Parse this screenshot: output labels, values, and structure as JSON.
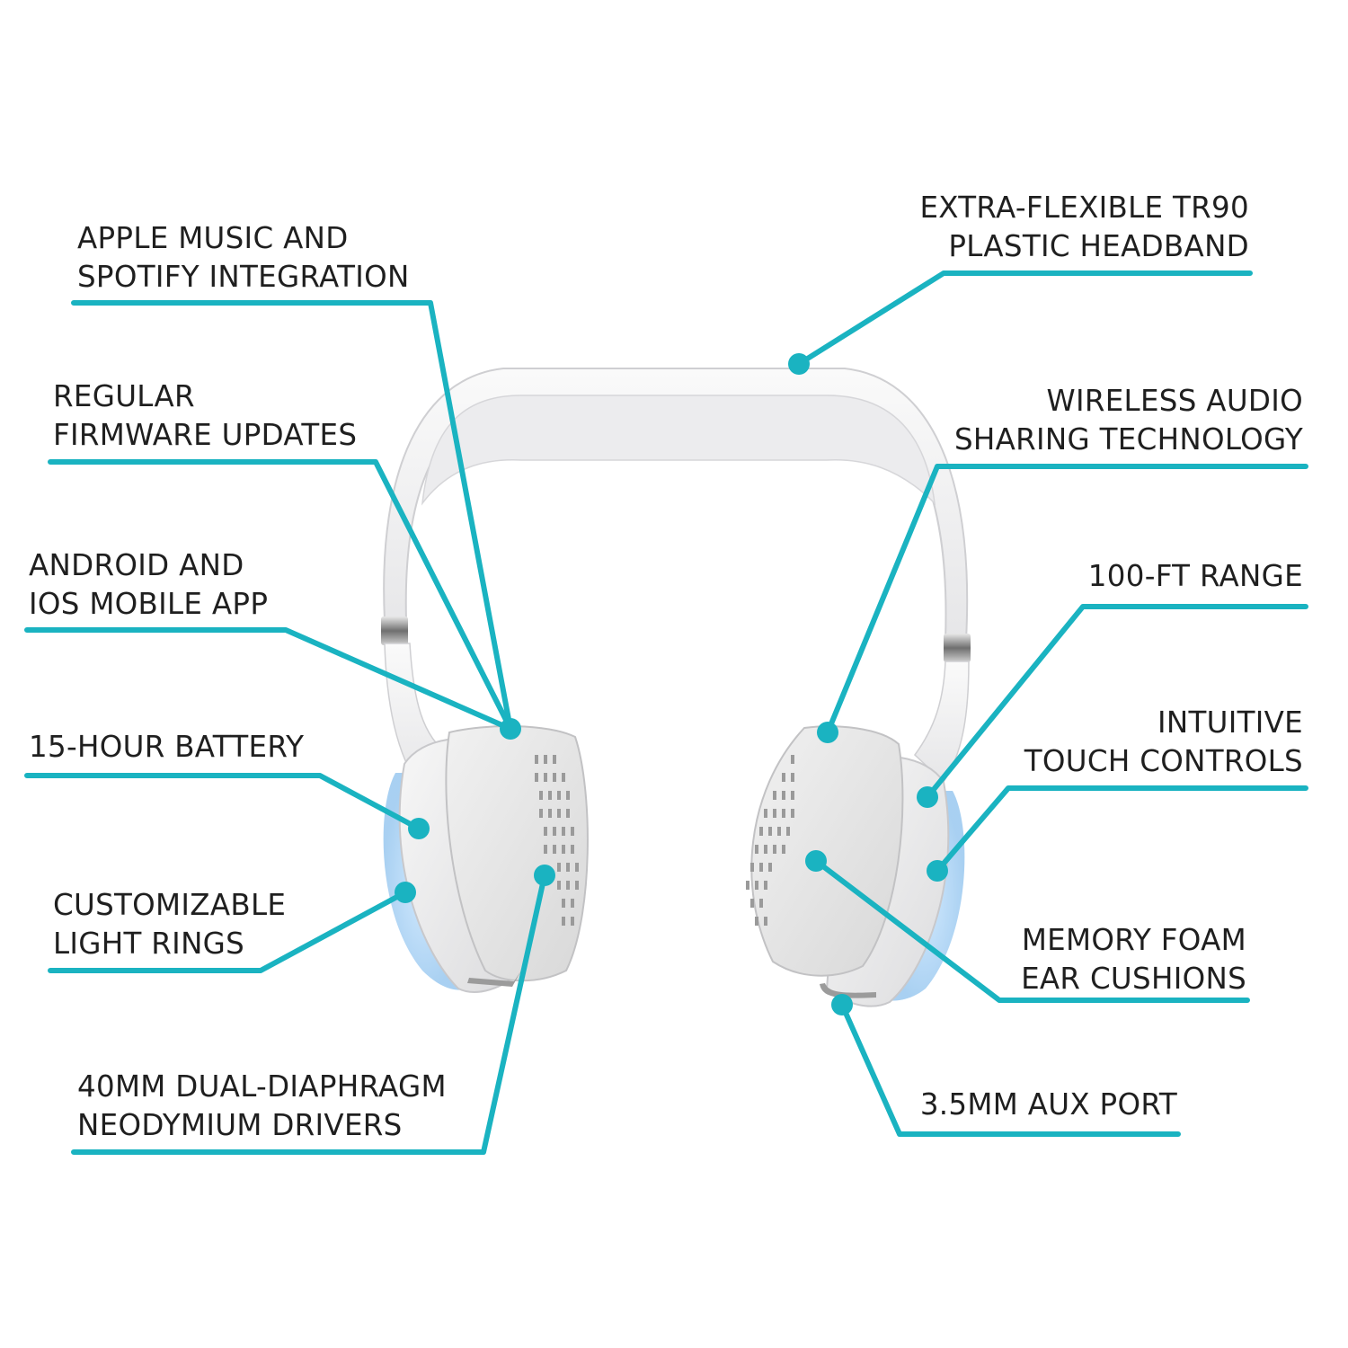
{
  "accent_color": "#1ab3c1",
  "callouts": [
    {
      "id": "apple-music-spotify",
      "lines": [
        "APPLE MUSIC AND",
        "SPOTIFY INTEGRATION"
      ]
    },
    {
      "id": "firmware-updates",
      "lines": [
        "REGULAR",
        "FIRMWARE UPDATES"
      ]
    },
    {
      "id": "mobile-app",
      "lines": [
        "ANDROID AND",
        "IOS MOBILE APP"
      ]
    },
    {
      "id": "battery",
      "lines": [
        "15-HOUR BATTERY"
      ]
    },
    {
      "id": "light-rings",
      "lines": [
        "CUSTOMIZABLE",
        "LIGHT RINGS"
      ]
    },
    {
      "id": "drivers",
      "lines": [
        "40MM DUAL-DIAPHRAGM",
        "NEODYMIUM DRIVERS"
      ]
    },
    {
      "id": "headband",
      "lines": [
        "EXTRA-FLEXIBLE TR90",
        "PLASTIC HEADBAND"
      ]
    },
    {
      "id": "audio-sharing",
      "lines": [
        "WIRELESS AUDIO",
        "SHARING TECHNOLOGY"
      ]
    },
    {
      "id": "range",
      "lines": [
        "100-FT RANGE"
      ]
    },
    {
      "id": "touch-controls",
      "lines": [
        "INTUITIVE",
        "TOUCH CONTROLS"
      ]
    },
    {
      "id": "ear-cushions",
      "lines": [
        "MEMORY FOAM",
        "EAR CUSHIONS"
      ]
    },
    {
      "id": "aux-port",
      "lines": [
        "3.5MM AUX PORT"
      ]
    }
  ]
}
